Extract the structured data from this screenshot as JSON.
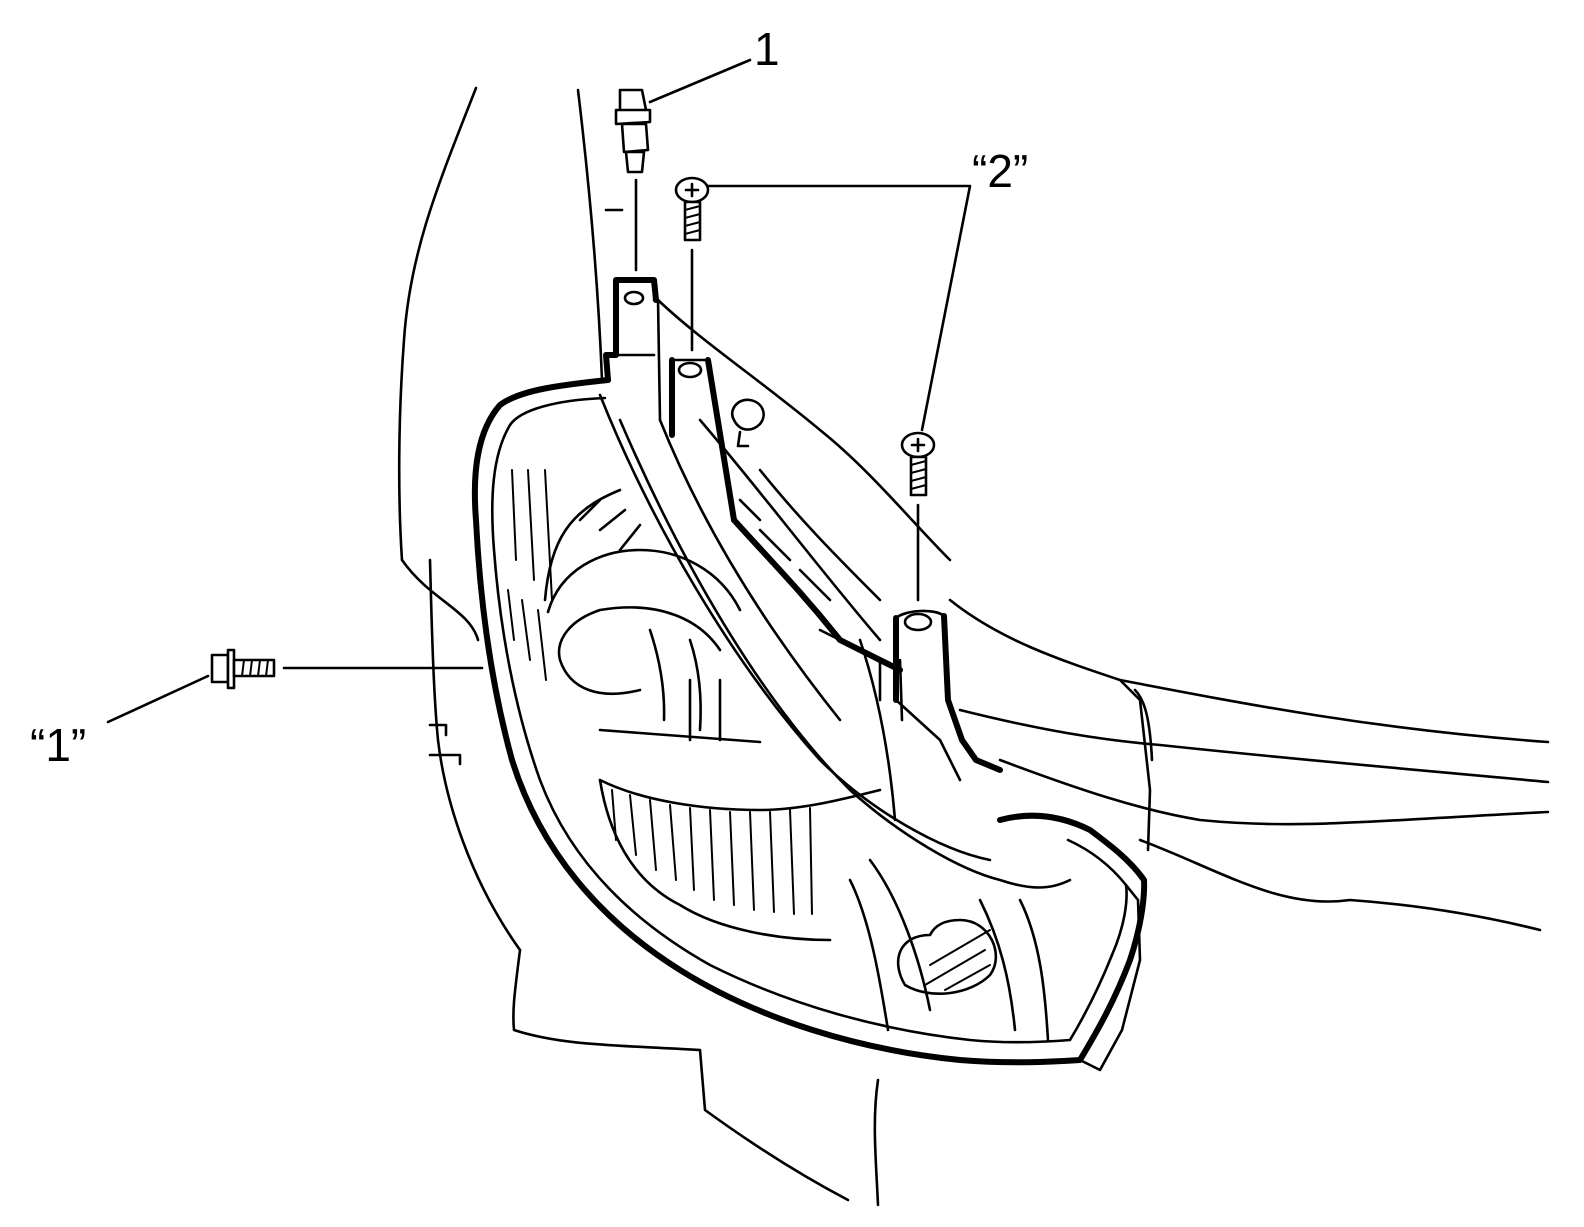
{
  "callouts": {
    "push_pin": "1",
    "upper_bolts": "“2”",
    "side_bolt": "“1”"
  },
  "colors": {
    "line": "#000000",
    "background": "#ffffff"
  }
}
